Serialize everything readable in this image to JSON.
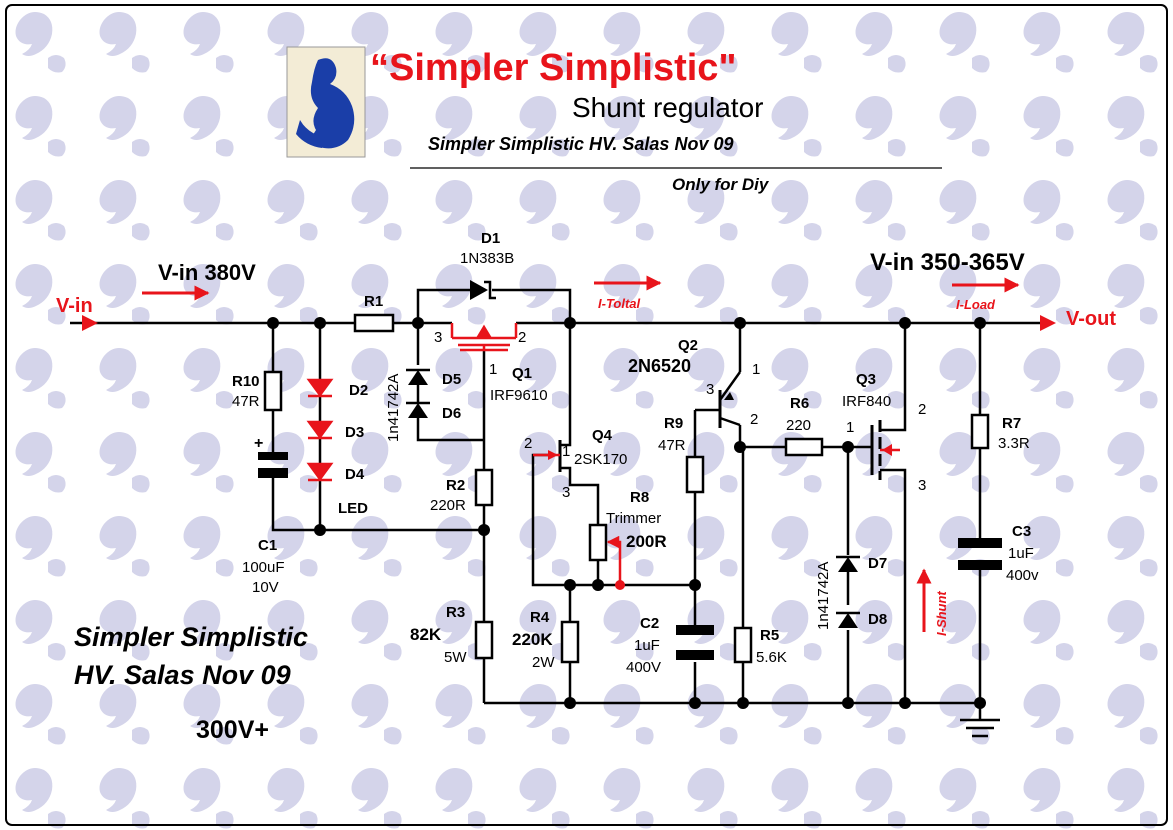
{
  "title": {
    "main": "“Simpler Simplistic\"",
    "sub": "Shunt regulator",
    "byline": "Simpler Simplistic HV. Salas Nov 09",
    "note": "Only for Diy"
  },
  "watermark_block": {
    "line1": "Simpler Simplistic",
    "line2": "HV. Salas Nov 09",
    "line3": "300V+"
  },
  "signals": {
    "vin_label": "V-in",
    "vin_value": "V-in 380V",
    "vout_value": "V-in 350-365V",
    "vout_label": "V-out",
    "i_total": "I-Toltal",
    "i_load": "I-Load",
    "i_shunt": "I-Shunt"
  },
  "components": {
    "D1": {
      "ref": "D1",
      "value": "1N383B"
    },
    "R1": {
      "ref": "R1"
    },
    "Q1": {
      "ref": "Q1",
      "value": "IRF9610",
      "pin1": "1",
      "pin2": "2",
      "pin3": "3"
    },
    "D5D6": {
      "part": "1n41742A",
      "d5": "D5",
      "d6": "D6"
    },
    "R10": {
      "ref": "R10",
      "value": "47R"
    },
    "D2": {
      "ref": "D2"
    },
    "D3": {
      "ref": "D3"
    },
    "D4": {
      "ref": "D4",
      "value": "LED"
    },
    "C1": {
      "ref": "C1",
      "value": "100uF",
      "voltage": "10V",
      "polarity": "+"
    },
    "R2": {
      "ref": "R2",
      "value": "220R"
    },
    "R3": {
      "ref": "R3",
      "value": "82K",
      "power": "5W"
    },
    "Q4": {
      "ref": "Q4",
      "value": "2SK170",
      "pin1": "1",
      "pin2": "2",
      "pin3": "3"
    },
    "R4": {
      "ref": "R4",
      "value": "220K",
      "power": "2W"
    },
    "R8": {
      "ref": "R8",
      "type": "Trimmer",
      "value": "200R"
    },
    "Q2": {
      "ref": "Q2",
      "value": "2N6520",
      "pin1": "1",
      "pin2": "2",
      "pin3": "3"
    },
    "R9": {
      "ref": "R9",
      "value": "47R"
    },
    "C2": {
      "ref": "C2",
      "value": "1uF",
      "voltage": "400V"
    },
    "R6": {
      "ref": "R6",
      "value": "220"
    },
    "R5": {
      "ref": "R5",
      "value": "5.6K"
    },
    "Q3": {
      "ref": "Q3",
      "value": "IRF840",
      "pin1": "1",
      "pin2": "2",
      "pin3": "3"
    },
    "D7D8": {
      "part": "1n41742A",
      "d7": "D7",
      "d8": "D8"
    },
    "R7": {
      "ref": "R7",
      "value": "3.3R"
    },
    "C3": {
      "ref": "C3",
      "value": "1uF",
      "voltage": "400v"
    }
  },
  "colors": {
    "accent_red": "#e8141b",
    "wire": "#000000",
    "watermark": "#cfcfe8",
    "logo_blue": "#1a3ea8"
  }
}
